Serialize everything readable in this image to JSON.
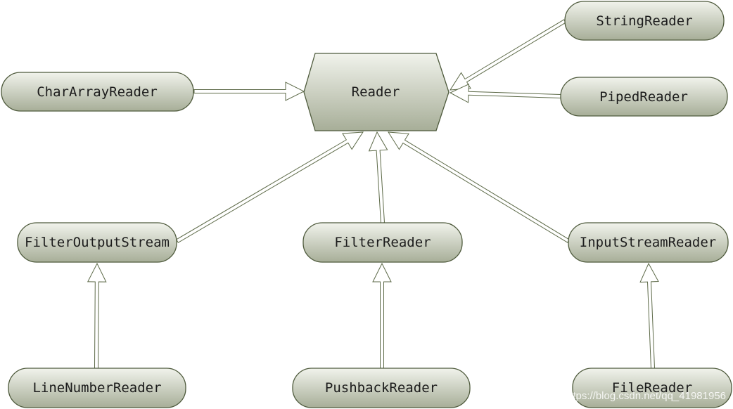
{
  "diagram": {
    "center": {
      "id": "reader",
      "label": "Reader",
      "shape": "hexagon"
    },
    "nodes": [
      {
        "id": "stringreader",
        "label": "StringReader"
      },
      {
        "id": "chararrayreader",
        "label": "CharArrayReader"
      },
      {
        "id": "pipedreader",
        "label": "PipedReader"
      },
      {
        "id": "filteroutputstream",
        "label": "FilterOutputStream"
      },
      {
        "id": "filterreader",
        "label": "FilterReader"
      },
      {
        "id": "inputstreamreader",
        "label": "InputStreamReader"
      },
      {
        "id": "linenumberreader",
        "label": "LineNumberReader"
      },
      {
        "id": "pushbackreader",
        "label": "PushbackReader"
      },
      {
        "id": "filereader",
        "label": "FileReader"
      }
    ],
    "edges": [
      {
        "from": "stringreader",
        "to": "reader"
      },
      {
        "from": "chararrayreader",
        "to": "reader"
      },
      {
        "from": "pipedreader",
        "to": "reader"
      },
      {
        "from": "filteroutputstream",
        "to": "reader"
      },
      {
        "from": "filterreader",
        "to": "reader"
      },
      {
        "from": "inputstreamreader",
        "to": "reader"
      },
      {
        "from": "linenumberreader",
        "to": "filteroutputstream"
      },
      {
        "from": "pushbackreader",
        "to": "filterreader"
      },
      {
        "from": "filereader",
        "to": "inputstreamreader"
      }
    ],
    "watermark": "https://blog.csdn.net/qq_41981956"
  },
  "colors": {
    "node_fill_top": "#f1f3ec",
    "node_fill_bottom": "#a7ae98",
    "node_stroke": "#4e5a3c",
    "arrow_stroke": "#5d6a48",
    "arrow_fill": "#ffffff"
  }
}
